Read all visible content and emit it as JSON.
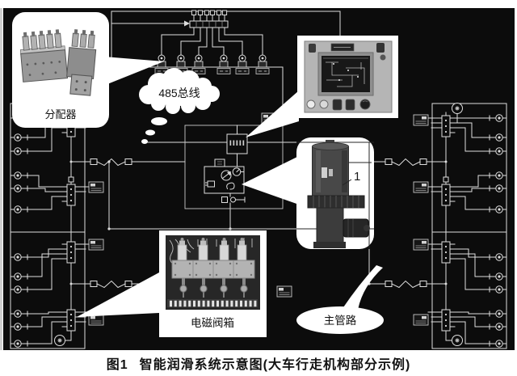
{
  "figure": {
    "caption": {
      "label": "图1",
      "title": "智能润滑系统示意图(大车行走机构部分示例)"
    }
  },
  "callouts": {
    "distributor": "分配器",
    "bus": "485总线",
    "valve_box": "电磁阀箱",
    "main_pipeline": "主管路",
    "pump_marker": "1"
  },
  "colors": {
    "canvas_bg": "#0c0c0c",
    "schematic_line": "#dedede",
    "callout_bg": "#ffffff",
    "label_text": "#111111"
  }
}
